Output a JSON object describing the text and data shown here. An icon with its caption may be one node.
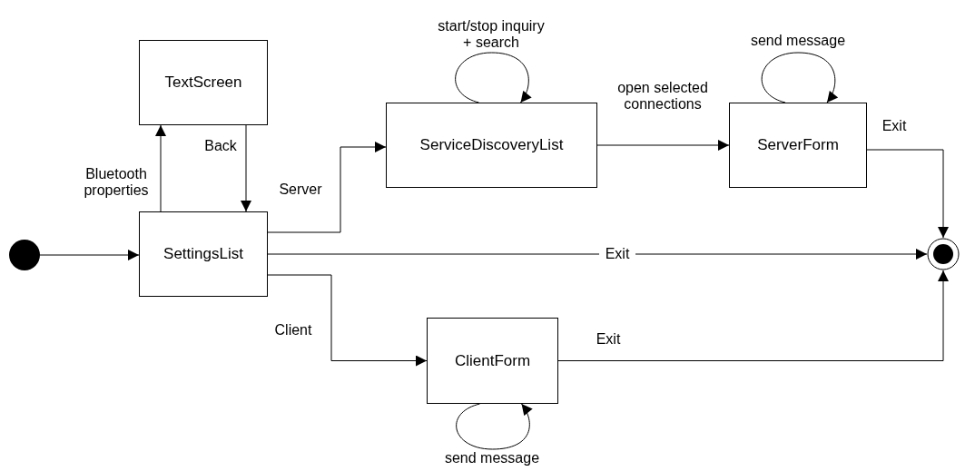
{
  "diagram": {
    "nodes": [
      {
        "text": [],
        "shape": "circle"
      },
      {
        "text": [
          "TextScreen"
        ]
      },
      {
        "text": [
          "SettingsList"
        ]
      },
      {
        "text": [
          "ServiceDiscoveryList"
        ]
      },
      {
        "text": [
          "ServerForm"
        ]
      },
      {
        "text": [
          "ClientForm"
        ]
      },
      {
        "text": [],
        "shape": "circle"
      }
    ],
    "edges": [
      {
        "from": 0,
        "to": 2,
        "arrow": "to"
      },
      {
        "from": 2,
        "to": 1,
        "arrow": "to",
        "label": "Bluetooth properties"
      },
      {
        "from": 1,
        "to": 2,
        "arrow": "to",
        "label": "Back"
      },
      {
        "from": 2,
        "to": 3,
        "arrow": "to",
        "label": "Server"
      },
      {
        "from": 3,
        "to": 3,
        "arrow": "to",
        "label": "start/stop inquiry + search"
      },
      {
        "from": 3,
        "to": 4,
        "arrow": "to",
        "label": "open selected connections"
      },
      {
        "from": 4,
        "to": 4,
        "arrow": "to",
        "label": "send message"
      },
      {
        "from": 4,
        "to": 6,
        "arrow": "to",
        "label": "Exit"
      },
      {
        "from": 2,
        "to": 6,
        "arrow": "to",
        "label": "Exit"
      },
      {
        "from": 2,
        "to": 5,
        "arrow": "to",
        "label": "Client"
      },
      {
        "from": 5,
        "to": 5,
        "arrow": "to",
        "label": "send message"
      },
      {
        "from": 5,
        "to": 6,
        "arrow": "to",
        "label": "Exit"
      }
    ]
  }
}
